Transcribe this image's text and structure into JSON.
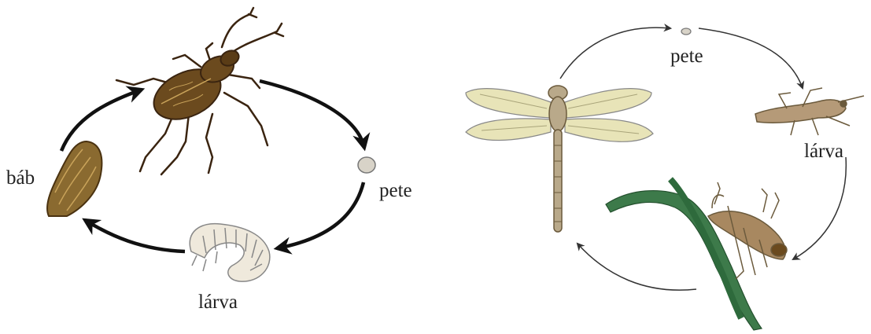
{
  "beetle_cycle": {
    "labels": {
      "egg": "pete",
      "larva": "lárva",
      "pupa": "báb"
    },
    "stages": [
      "adult",
      "egg",
      "larva",
      "pupa"
    ]
  },
  "dragonfly_cycle": {
    "labels": {
      "egg": "pete",
      "larva": "lárva"
    },
    "stages": [
      "egg",
      "larva",
      "nymph",
      "adult"
    ]
  },
  "colors": {
    "beetle": "#6b4a1e",
    "beetle_dark": "#3a2410",
    "pupa": "#8a6a30",
    "larva_body": "#efe9dc",
    "egg": "#d8d3c8",
    "wing": "#e8e4b8",
    "dragonfly_body": "#b9a98a",
    "nymph": "#a88860",
    "leaf": "#3d7a4a",
    "arrow": "#111111"
  },
  "icons": {
    "stag_beetle": "stag-beetle-icon",
    "beetle_pupa": "beetle-pupa-icon",
    "beetle_larva": "beetle-larva-icon",
    "beetle_egg": "beetle-egg-icon",
    "dragonfly": "dragonfly-icon",
    "dragonfly_egg": "dragonfly-egg-icon",
    "dragonfly_larva": "dragonfly-larva-icon",
    "dragonfly_nymph": "emerging-dragonfly-icon",
    "leaf": "leaf-icon"
  }
}
